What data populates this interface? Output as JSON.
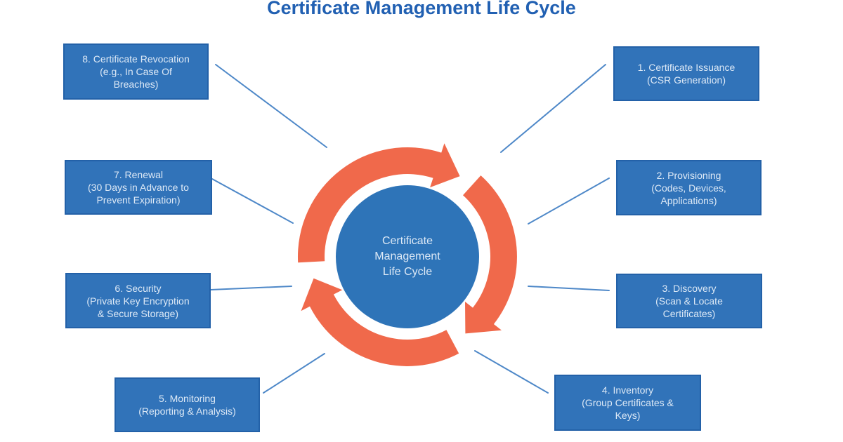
{
  "title": "Certificate Management Life Cycle",
  "center": {
    "text": "Certificate\nManagement\nLife Cycle"
  },
  "nodes": [
    {
      "id": 1,
      "text": "1. Certificate Issuance\n(CSR Generation)"
    },
    {
      "id": 2,
      "text": "2. Provisioning\n(Codes, Devices,\nApplications)"
    },
    {
      "id": 3,
      "text": "3. Discovery\n(Scan & Locate\nCertificates)"
    },
    {
      "id": 4,
      "text": "4. Inventory\n(Group Certificates &\nKeys)"
    },
    {
      "id": 5,
      "text": "5. Monitoring\n(Reporting & Analysis)"
    },
    {
      "id": 6,
      "text": "6. Security\n(Private Key Encryption\n& Secure Storage)"
    },
    {
      "id": 7,
      "text": "7. Renewal\n(30 Days in Advance to\nPrevent Expiration)"
    },
    {
      "id": 8,
      "text": "8. Certificate Revocation\n(e.g., In Case Of\nBreaches)"
    }
  ],
  "colors": {
    "title_text": "#2160b2",
    "box_fill": "#3173b9",
    "box_border": "#2361a8",
    "box_text": "#dde9f6",
    "connector": "#4e88c8",
    "arrow": "#f0694b",
    "circle_fill": "#2e74b8",
    "circle_text": "#dde9f6"
  }
}
